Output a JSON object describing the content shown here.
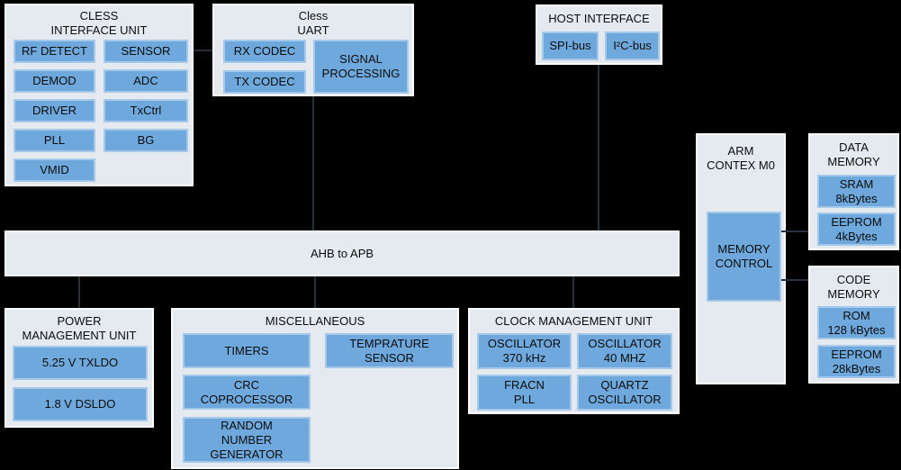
{
  "colors": {
    "background": "#000000",
    "panel_fill": "#e4eaef",
    "panel_border": "#fbfdfe",
    "block_fill": "#6fa8dc",
    "block_border": "#a6c9e9",
    "connector": "#27313d",
    "text": "#0d0d0d"
  },
  "panels": {
    "cless": {
      "title": "CLESS\nINTERFACE UNIT",
      "blocks": [
        "RF DETECT",
        "SENSOR",
        "DEMOD",
        "ADC",
        "DRIVER",
        "TxCtrl",
        "PLL",
        "BG",
        "VMID"
      ]
    },
    "uart": {
      "title": "Cless\nUART",
      "blocks": [
        "RX CODEC",
        "TX CODEC",
        "SIGNAL\nPROCESSING"
      ]
    },
    "host": {
      "title": "HOST INTERFACE",
      "blocks": [
        "SPI-bus",
        "I²C-bus"
      ]
    },
    "arm": {
      "title": "ARM\nCONTEX M0",
      "blocks": [
        "MEMORY\nCONTROL"
      ]
    },
    "data_memory": {
      "title": "DATA\nMEMORY",
      "blocks": [
        "SRAM\n8kBytes",
        "EEPROM\n4kBytes"
      ]
    },
    "code_memory": {
      "title": "CODE\nMEMORY",
      "blocks": [
        "ROM\n128 kBytes",
        "EEPROM\n28kBytes"
      ]
    },
    "bus": {
      "title": "AHB to APB"
    },
    "power": {
      "title": "POWER\nMANAGEMENT UNIT",
      "blocks": [
        "5.25 V TXLDO",
        "1.8 V DSLDO"
      ]
    },
    "misc": {
      "title": "MISCELLANEOUS",
      "blocks": [
        "TIMERS",
        "TEMPRATURE\nSENSOR",
        "CRC\nCOPROCESSOR",
        "RANDOM\nNUMBER\nGENERATOR"
      ]
    },
    "clock": {
      "title": "CLOCK MANAGEMENT UNIT",
      "blocks": [
        "OSCILLATOR\n370 kHz",
        "OSCILLATOR\n40 MHZ",
        "FRACN\nPLL",
        "QUARTZ\nOSCILLATOR"
      ]
    }
  }
}
